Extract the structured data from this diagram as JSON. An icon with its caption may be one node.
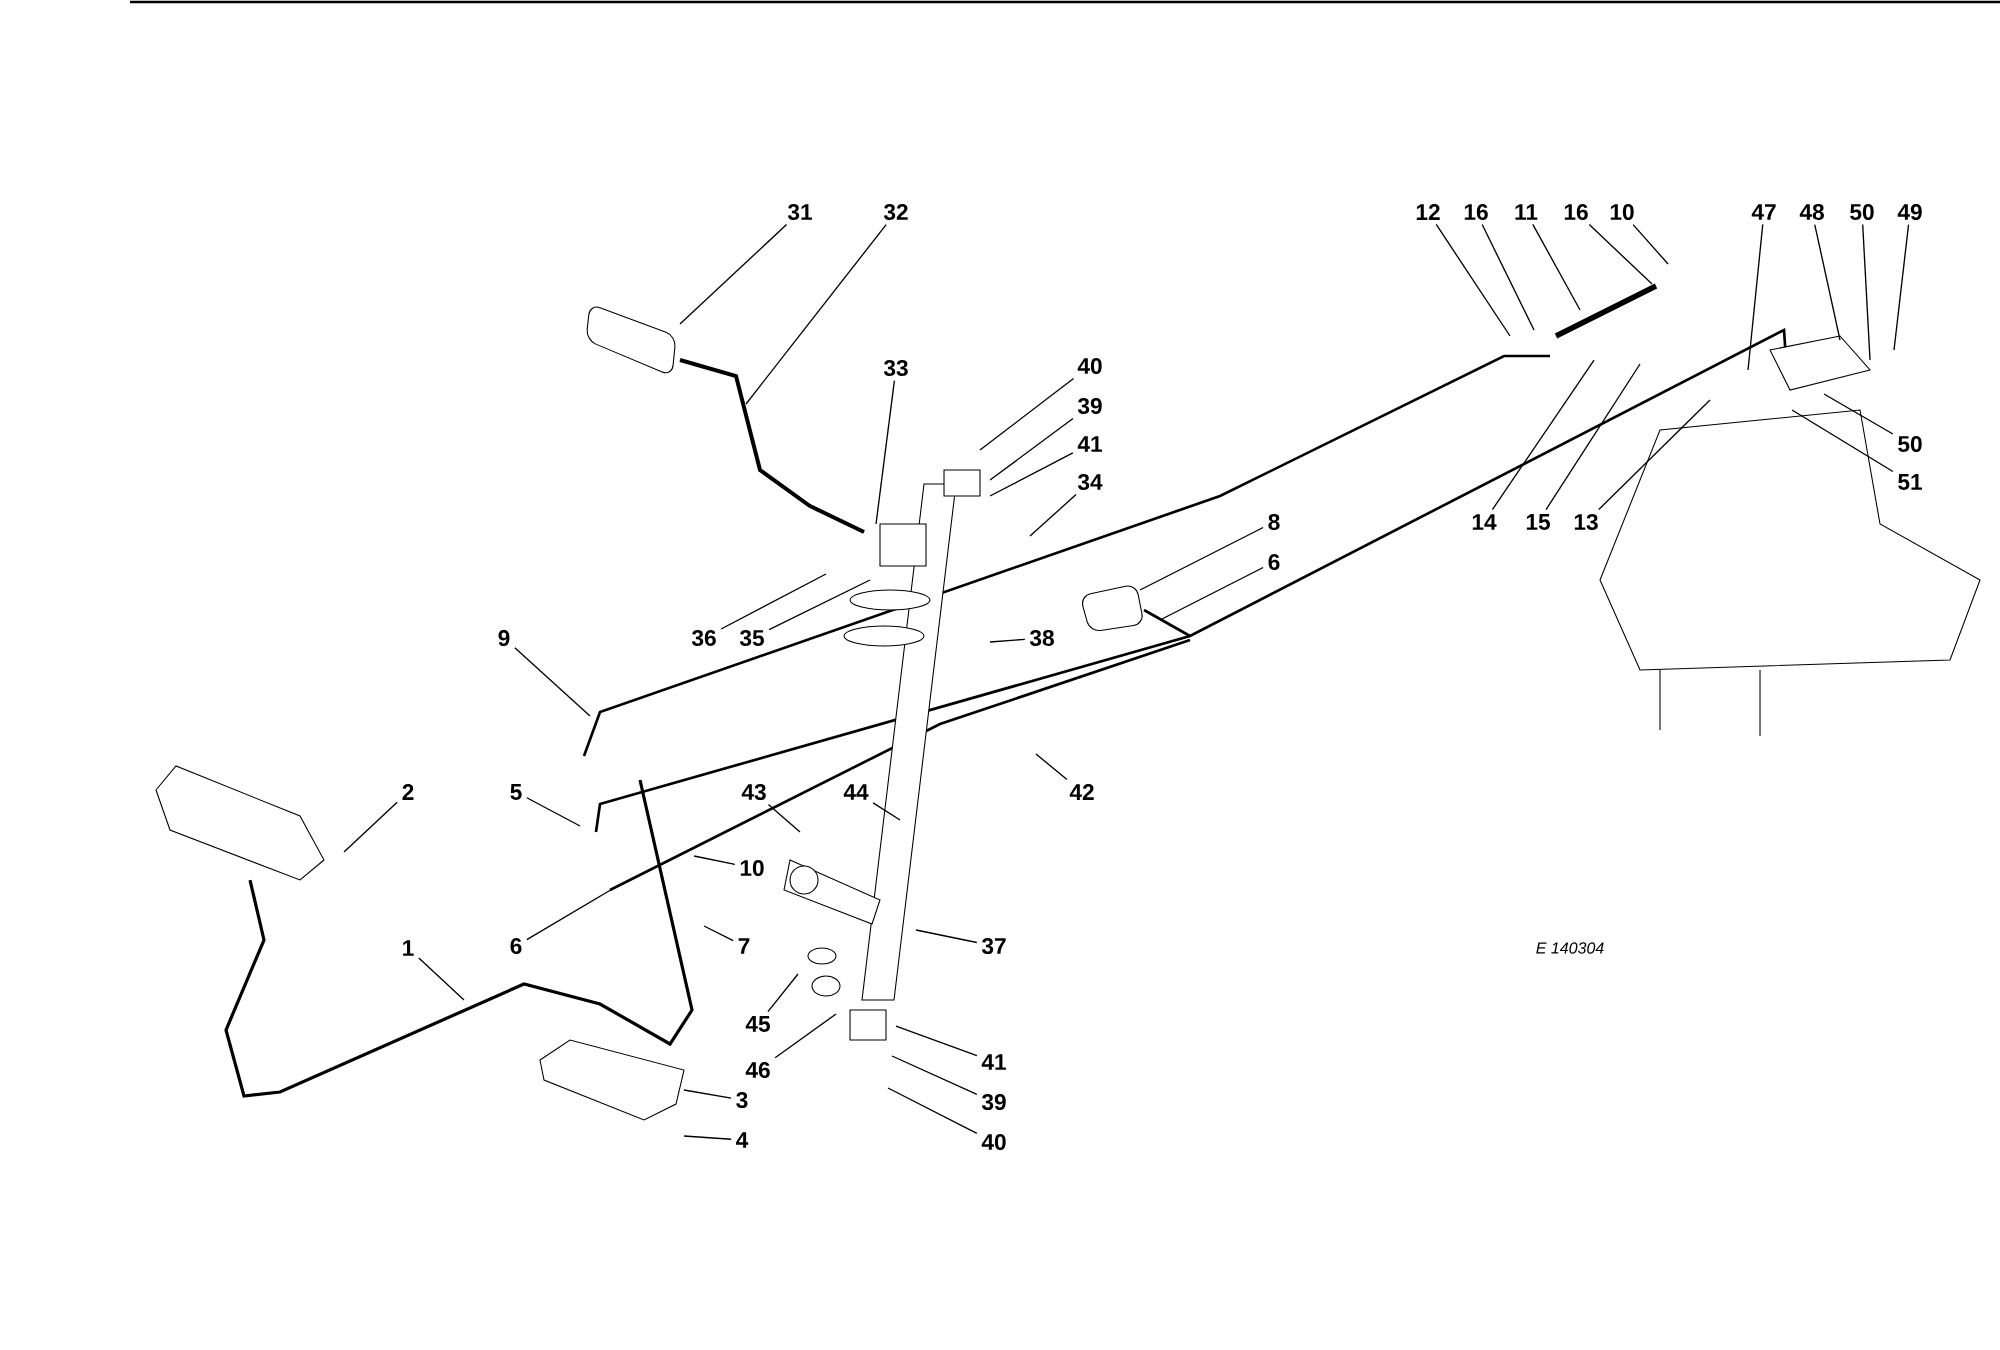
{
  "diagram": {
    "nodes": [
      {
        "text": [
          "31"
        ]
      },
      {
        "text": [
          "32"
        ]
      },
      {
        "text": [
          "12"
        ]
      },
      {
        "text": [
          "16"
        ]
      },
      {
        "text": [
          "11"
        ]
      },
      {
        "text": [
          "16"
        ]
      },
      {
        "text": [
          "10"
        ]
      },
      {
        "text": [
          "47"
        ]
      },
      {
        "text": [
          "48"
        ]
      },
      {
        "text": [
          "50"
        ]
      },
      {
        "text": [
          "49"
        ]
      },
      {
        "text": [
          "40"
        ]
      },
      {
        "text": [
          "33"
        ]
      },
      {
        "text": [
          "39"
        ]
      },
      {
        "text": [
          "41"
        ]
      },
      {
        "text": [
          "50"
        ]
      },
      {
        "text": [
          "34"
        ]
      },
      {
        "text": [
          "51"
        ]
      },
      {
        "text": [
          "8"
        ]
      },
      {
        "text": [
          "14"
        ]
      },
      {
        "text": [
          "15"
        ]
      },
      {
        "text": [
          "13"
        ]
      },
      {
        "text": [
          "6"
        ]
      },
      {
        "text": [
          "9"
        ]
      },
      {
        "text": [
          "36"
        ]
      },
      {
        "text": [
          "35"
        ]
      },
      {
        "text": [
          "38"
        ]
      },
      {
        "text": [
          "2"
        ]
      },
      {
        "text": [
          "5"
        ]
      },
      {
        "text": [
          "43"
        ]
      },
      {
        "text": [
          "44"
        ]
      },
      {
        "text": [
          "42"
        ]
      },
      {
        "text": [
          "10"
        ]
      },
      {
        "text": [
          "1"
        ]
      },
      {
        "text": [
          "6"
        ]
      },
      {
        "text": [
          "7"
        ]
      },
      {
        "text": [
          "37"
        ]
      },
      {
        "text": [
          "45"
        ]
      },
      {
        "text": [
          "41"
        ]
      },
      {
        "text": [
          "46"
        ]
      },
      {
        "text": [
          "3"
        ]
      },
      {
        "text": [
          "39"
        ]
      },
      {
        "text": [
          "4"
        ]
      },
      {
        "text": [
          "40"
        ]
      }
    ],
    "edges": [
      {
        "from": 0,
        "to": null,
        "arrow": "none"
      },
      {
        "from": 1,
        "to": null,
        "arrow": "none"
      },
      {
        "from": 2,
        "to": null,
        "arrow": "none"
      },
      {
        "from": 3,
        "to": null,
        "arrow": "none"
      },
      {
        "from": 4,
        "to": null,
        "arrow": "none"
      },
      {
        "from": 5,
        "to": null,
        "arrow": "none"
      },
      {
        "from": 6,
        "to": null,
        "arrow": "none"
      },
      {
        "from": 7,
        "to": null,
        "arrow": "none"
      },
      {
        "from": 8,
        "to": null,
        "arrow": "none"
      },
      {
        "from": 9,
        "to": null,
        "arrow": "none"
      },
      {
        "from": 10,
        "to": null,
        "arrow": "none"
      },
      {
        "from": 11,
        "to": null,
        "arrow": "none"
      },
      {
        "from": 12,
        "to": null,
        "arrow": "none"
      },
      {
        "from": 13,
        "to": null,
        "arrow": "none"
      },
      {
        "from": 14,
        "to": null,
        "arrow": "none"
      },
      {
        "from": 15,
        "to": null,
        "arrow": "none"
      },
      {
        "from": 16,
        "to": null,
        "arrow": "none"
      },
      {
        "from": 17,
        "to": null,
        "arrow": "none"
      },
      {
        "from": 18,
        "to": null,
        "arrow": "none"
      },
      {
        "from": 19,
        "to": null,
        "arrow": "none"
      },
      {
        "from": 20,
        "to": null,
        "arrow": "none"
      },
      {
        "from": 21,
        "to": null,
        "arrow": "none"
      },
      {
        "from": 22,
        "to": null,
        "arrow": "none"
      },
      {
        "from": 23,
        "to": null,
        "arrow": "none"
      },
      {
        "from": 24,
        "to": null,
        "arrow": "none"
      },
      {
        "from": 25,
        "to": null,
        "arrow": "none"
      },
      {
        "from": 26,
        "to": null,
        "arrow": "none"
      },
      {
        "from": 27,
        "to": null,
        "arrow": "none"
      },
      {
        "from": 28,
        "to": null,
        "arrow": "none"
      },
      {
        "from": 29,
        "to": null,
        "arrow": "none"
      },
      {
        "from": 30,
        "to": null,
        "arrow": "none"
      },
      {
        "from": 31,
        "to": null,
        "arrow": "none"
      },
      {
        "from": 32,
        "to": null,
        "arrow": "none"
      },
      {
        "from": 33,
        "to": null,
        "arrow": "none"
      },
      {
        "from": 34,
        "to": null,
        "arrow": "none"
      },
      {
        "from": 35,
        "to": null,
        "arrow": "none"
      },
      {
        "from": 36,
        "to": null,
        "arrow": "none"
      },
      {
        "from": 37,
        "to": null,
        "arrow": "none"
      },
      {
        "from": 38,
        "to": null,
        "arrow": "none"
      },
      {
        "from": 39,
        "to": null,
        "arrow": "none"
      },
      {
        "from": 40,
        "to": null,
        "arrow": "none"
      },
      {
        "from": 41,
        "to": null,
        "arrow": "none"
      },
      {
        "from": 42,
        "to": null,
        "arrow": "none"
      },
      {
        "from": 43,
        "to": null,
        "arrow": "none"
      }
    ],
    "labels": [
      "E 140304"
    ]
  }
}
